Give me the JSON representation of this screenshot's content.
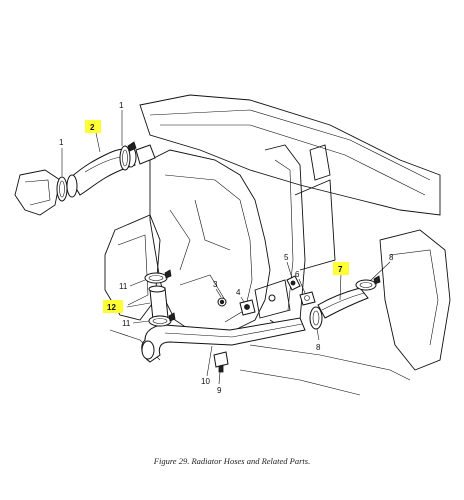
{
  "figure": {
    "caption": "Figure 29. Radiator Hoses and Related Parts.",
    "highlight_color": "#ffff33",
    "callouts": [
      {
        "id": "c1a",
        "label": "1",
        "highlighted": false
      },
      {
        "id": "c1b",
        "label": "1",
        "highlighted": false
      },
      {
        "id": "c2",
        "label": "2",
        "highlighted": true
      },
      {
        "id": "c3",
        "label": "3",
        "highlighted": false
      },
      {
        "id": "c4",
        "label": "4",
        "highlighted": false
      },
      {
        "id": "c5",
        "label": "5",
        "highlighted": false
      },
      {
        "id": "c6",
        "label": "6",
        "highlighted": false
      },
      {
        "id": "c7",
        "label": "7",
        "highlighted": true
      },
      {
        "id": "c8a",
        "label": "8",
        "highlighted": false
      },
      {
        "id": "c8b",
        "label": "8",
        "highlighted": false
      },
      {
        "id": "c9",
        "label": "9",
        "highlighted": false
      },
      {
        "id": "c10",
        "label": "10",
        "highlighted": false
      },
      {
        "id": "c11a",
        "label": "11",
        "highlighted": false
      },
      {
        "id": "c11b",
        "label": "11",
        "highlighted": false
      },
      {
        "id": "c12",
        "label": "12",
        "highlighted": true
      }
    ]
  }
}
